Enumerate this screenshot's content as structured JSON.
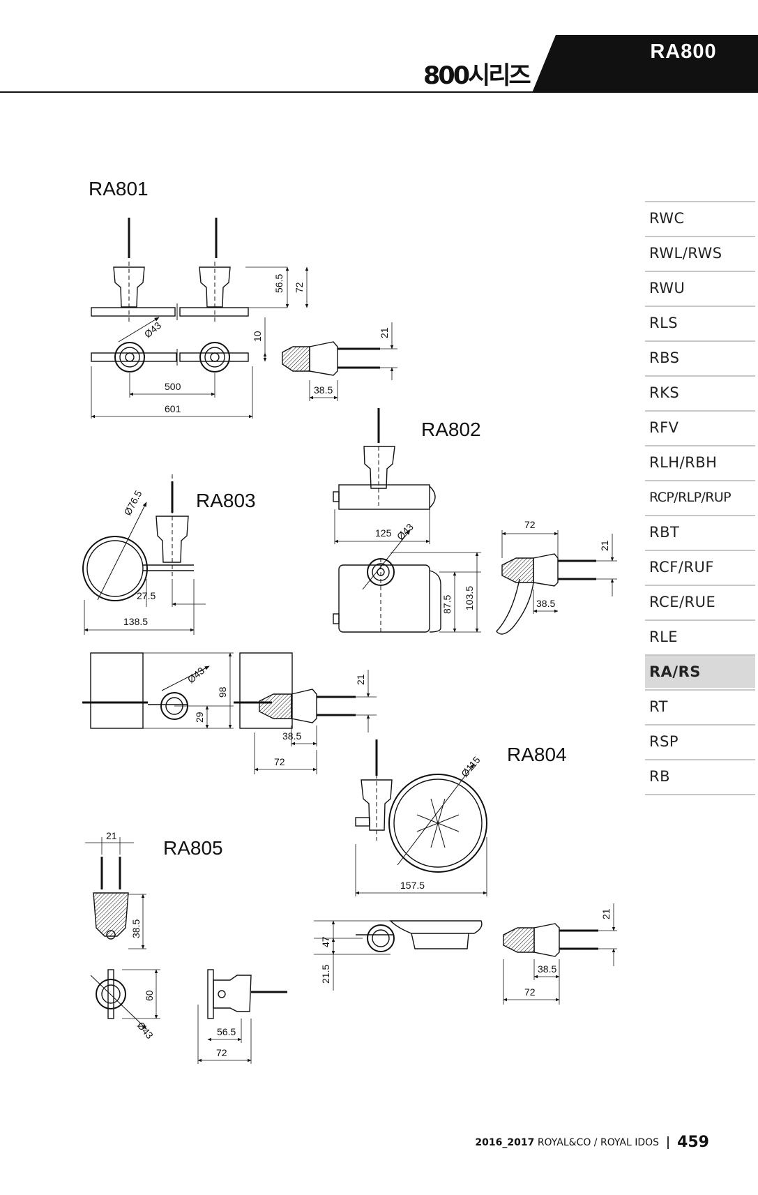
{
  "header": {
    "series_title": "800시리즈",
    "series_code": "RA800"
  },
  "sidebar": {
    "items": [
      {
        "label": "RWC"
      },
      {
        "label": "RWL/RWS"
      },
      {
        "label": "RWU"
      },
      {
        "label": "RLS"
      },
      {
        "label": "RBS"
      },
      {
        "label": "RKS"
      },
      {
        "label": "RFV"
      },
      {
        "label": "RLH/RBH"
      },
      {
        "label": "RCP/RLP/RUP"
      },
      {
        "label": "RBT"
      },
      {
        "label": "RCF/RUF"
      },
      {
        "label": "RCE/RUE"
      },
      {
        "label": "RLE"
      },
      {
        "label": "RA/RS",
        "active": true
      },
      {
        "label": "RT"
      },
      {
        "label": "RSP"
      },
      {
        "label": "RB"
      }
    ]
  },
  "models": {
    "ra801": {
      "label": "RA801",
      "dims": {
        "d56_5": "56.5",
        "d72": "72",
        "d10": "10",
        "d21": "21",
        "dia43": "Ø43",
        "d500": "500",
        "d601": "601",
        "d38_5": "38.5"
      }
    },
    "ra802": {
      "label": "RA802",
      "dims": {
        "d125": "125",
        "dia43": "Ø43",
        "d72": "72",
        "d21": "21",
        "d87_5": "87.5",
        "d103_5": "103.5",
        "d38_5": "38.5"
      }
    },
    "ra803": {
      "label": "RA803",
      "dims": {
        "dia76_5": "Ø76.5",
        "d27_5": "27.5",
        "d138_5": "138.5",
        "dia43": "Ø43",
        "d98": "98",
        "d29": "29",
        "d21": "21",
        "d38_5": "38.5",
        "d72": "72"
      }
    },
    "ra804": {
      "label": "RA804",
      "dims": {
        "dia115": "Ø115",
        "d157_5": "157.5",
        "d47": "47",
        "d21_5": "21.5",
        "d21": "21",
        "d38_5": "38.5",
        "d72": "72"
      }
    },
    "ra805": {
      "label": "RA805",
      "dims": {
        "d21": "21",
        "d38_5": "38.5",
        "d60": "60",
        "dia43": "Ø43",
        "d56_5": "56.5",
        "d72": "72"
      }
    }
  },
  "footer": {
    "years": "2016_2017",
    "brand": "ROYAL&CO / ROYAL IDOS",
    "page_number": "459"
  },
  "colors": {
    "ink": "#111111",
    "tab_fill": "#111111",
    "active_item": "#d9d9d9",
    "rule": "#c8c8c8"
  }
}
